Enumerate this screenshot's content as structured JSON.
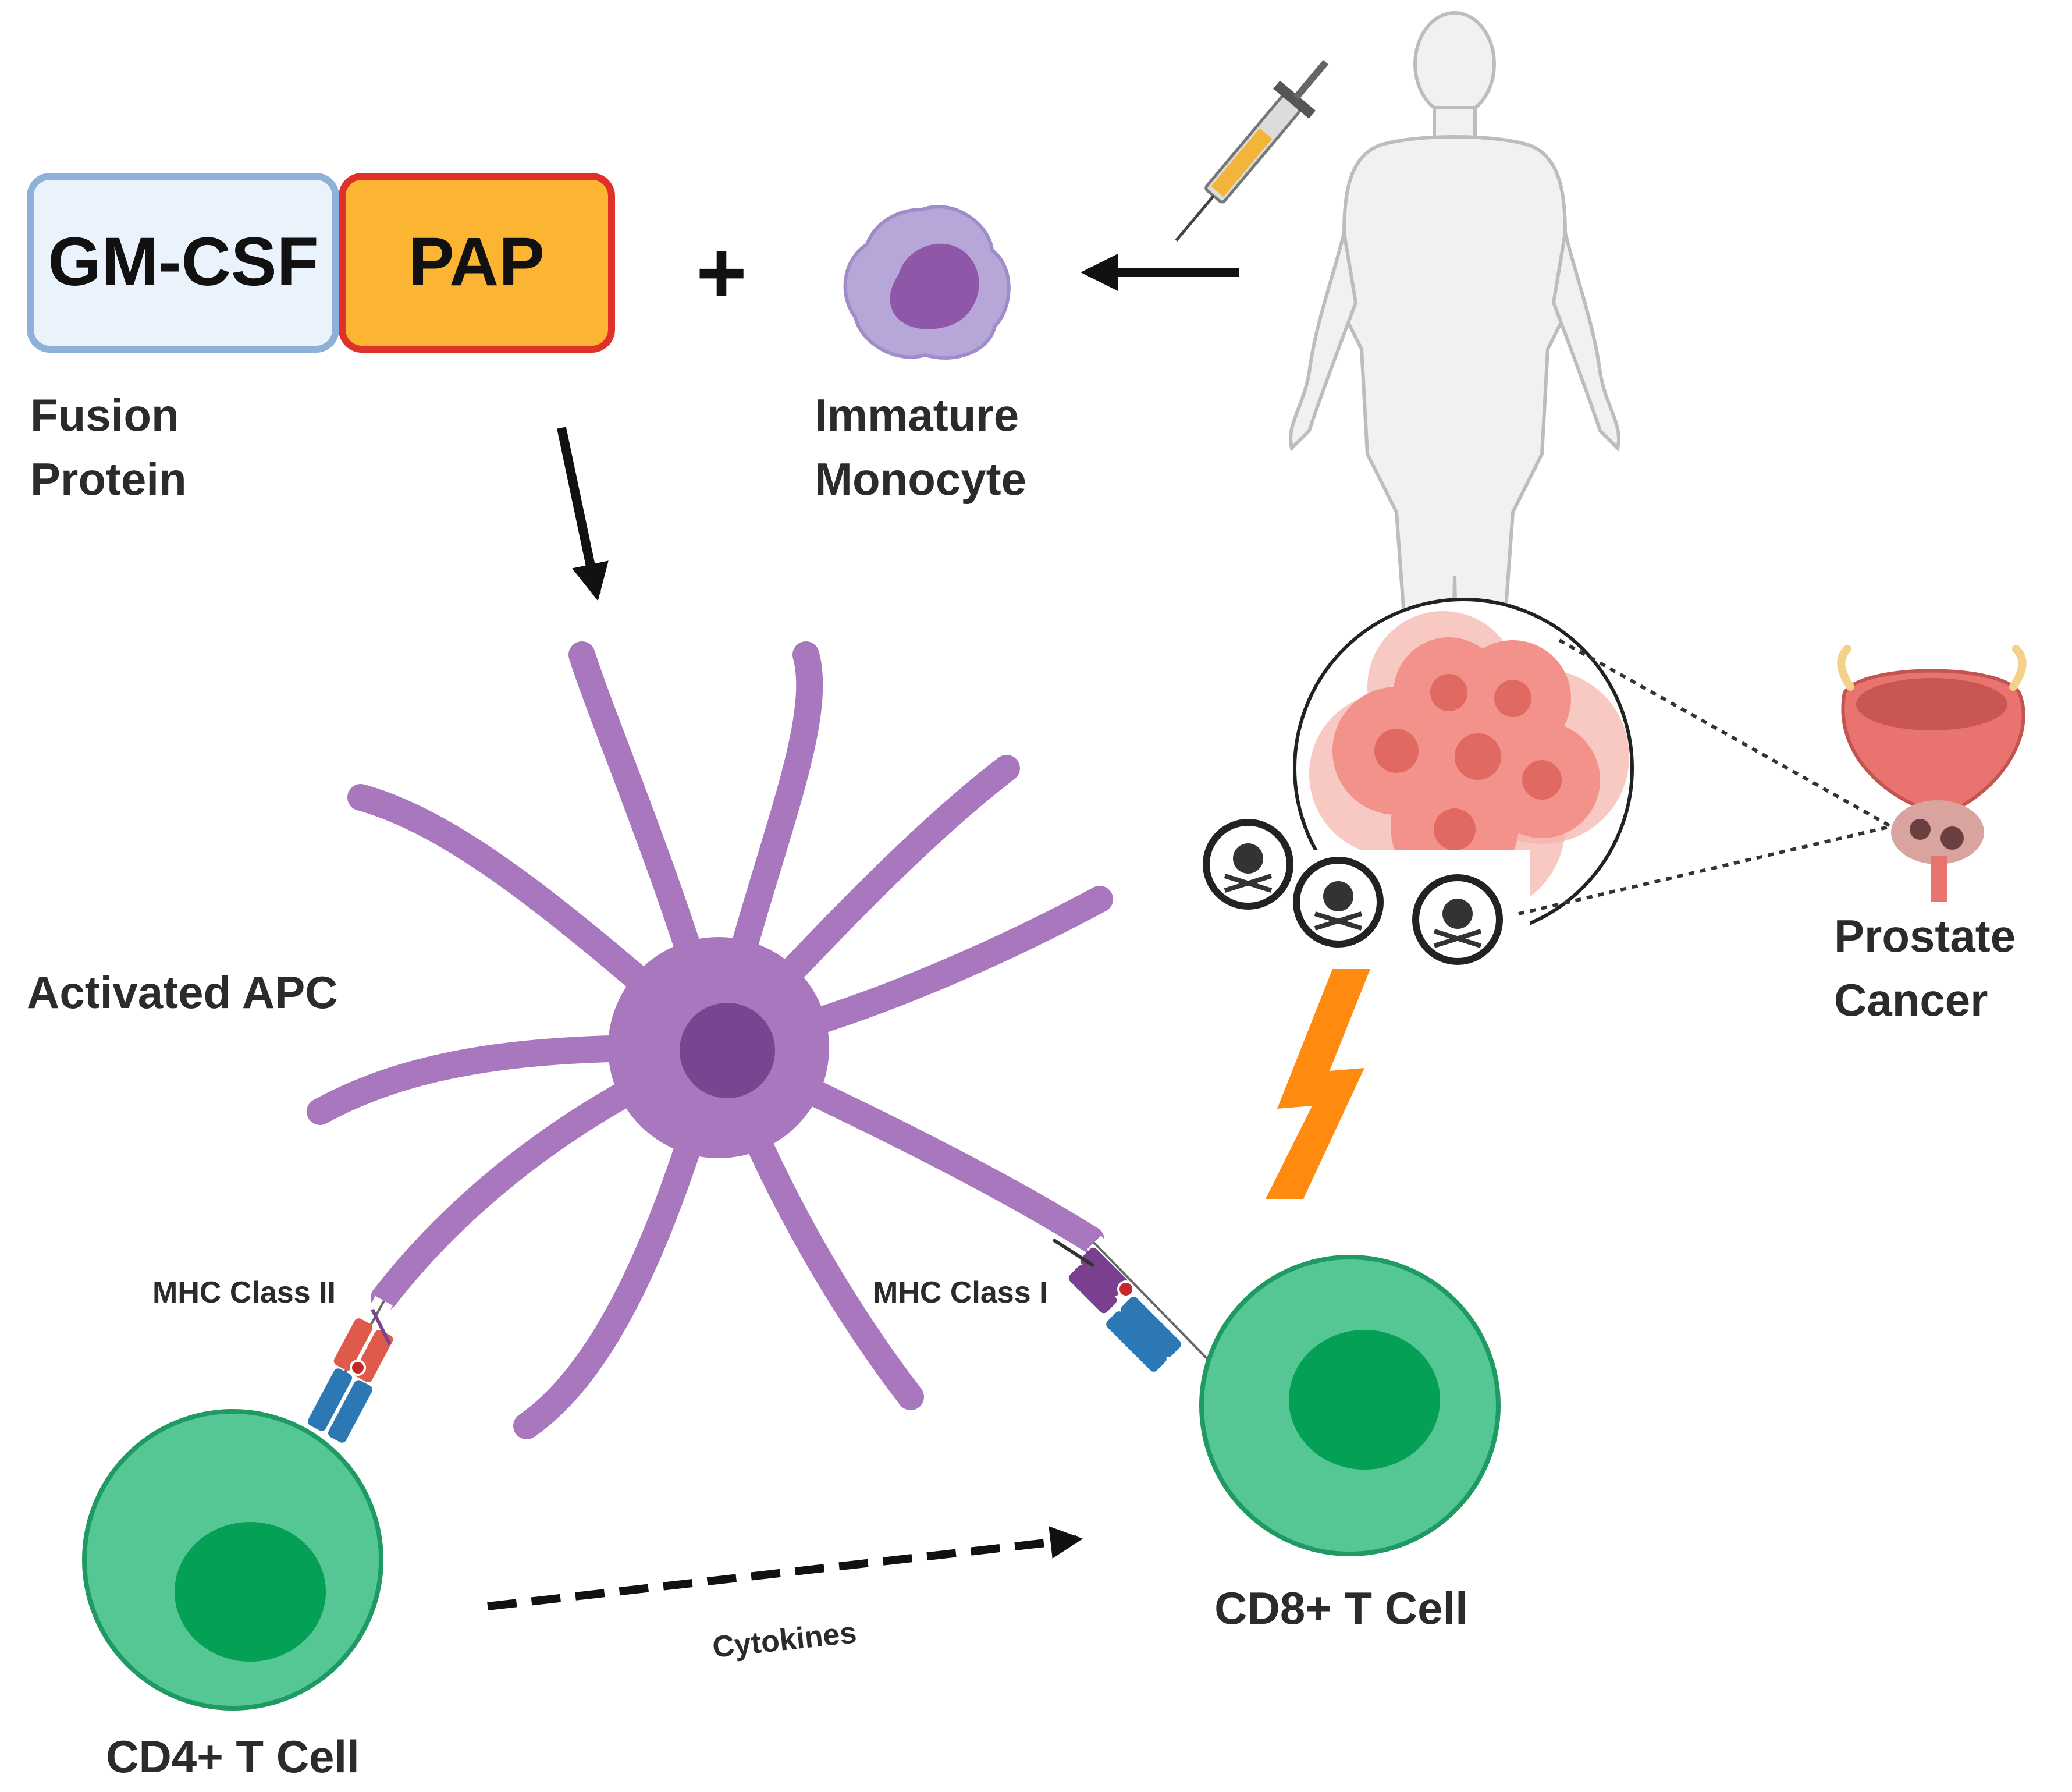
{
  "fusion_protein": {
    "gmcsf_label": "GM-CSF",
    "pap_label": "PAP",
    "caption_line1": "Fusion",
    "caption_line2": "Protein"
  },
  "plus_sign": "+",
  "monocyte": {
    "caption_line1": "Immature",
    "caption_line2": "Monocyte"
  },
  "apc": {
    "caption": "Activated APC"
  },
  "mhc_class_ii": "MHC Class II",
  "mhc_class_i": "MHC Class I",
  "cd4_cell": "CD4+ T Cell",
  "cd8_cell": "CD8+ T Cell",
  "cytokines": "Cytokines",
  "prostate": {
    "caption_line1": "Prostate",
    "caption_line2": "Cancer"
  },
  "colors": {
    "gmcsf_fill": "#eaf2fb",
    "gmcsf_border": "#8fb0d8",
    "pap_fill": "#fcb433",
    "pap_border": "#e0302a",
    "apc_purple": "#a877bd",
    "apc_nucleus": "#7a4590",
    "tcell_outer": "#54c795",
    "tcell_nucleus": "#03a055",
    "tcell_border": "#1f9a63",
    "lightning": "#ff8a10",
    "tumor_pink": "#f2928a"
  }
}
